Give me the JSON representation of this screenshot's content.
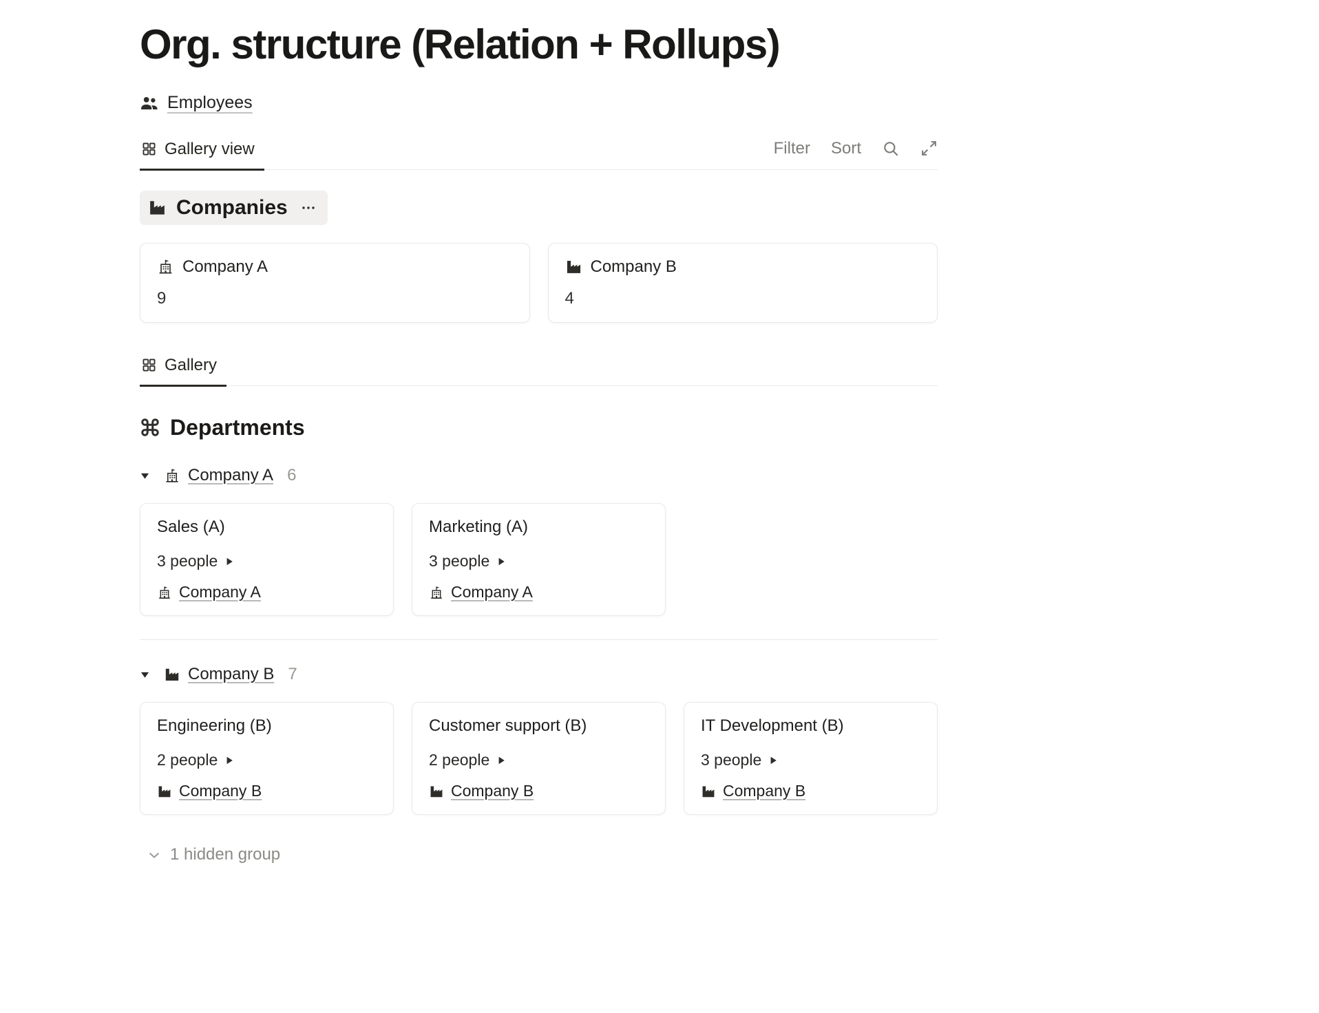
{
  "page": {
    "title": "Org. structure (Relation + Rollups)",
    "employees_link": "Employees",
    "tabs": {
      "gallery_view": "Gallery view",
      "gallery": "Gallery"
    },
    "toolbar": {
      "filter": "Filter",
      "sort": "Sort"
    },
    "companies": {
      "title": "Companies",
      "cards": [
        {
          "name": "Company A",
          "count": "9"
        },
        {
          "name": "Company B",
          "count": "4"
        }
      ]
    },
    "departments": {
      "title": "Departments",
      "groups": [
        {
          "name": "Company A",
          "count": "6",
          "cards": [
            {
              "title": "Sales (A)",
              "people": "3 people",
              "company": "Company A"
            },
            {
              "title": "Marketing (A)",
              "people": "3 people",
              "company": "Company A"
            }
          ]
        },
        {
          "name": "Company B",
          "count": "7",
          "cards": [
            {
              "title": "Engineering (B)",
              "people": "2 people",
              "company": "Company B"
            },
            {
              "title": "Customer support (B)",
              "people": "2 people",
              "company": "Company B"
            },
            {
              "title": "IT Development (B)",
              "people": "3 people",
              "company": "Company B"
            }
          ]
        }
      ],
      "hidden_group_label": "1 hidden group"
    },
    "colors": {
      "text": "#1f1e1d",
      "secondary_text": "#7e7d7a",
      "pill_background": "#f1f0ee",
      "card_border": "#e9e9e7",
      "tab_underline": "#2b2a27"
    }
  }
}
